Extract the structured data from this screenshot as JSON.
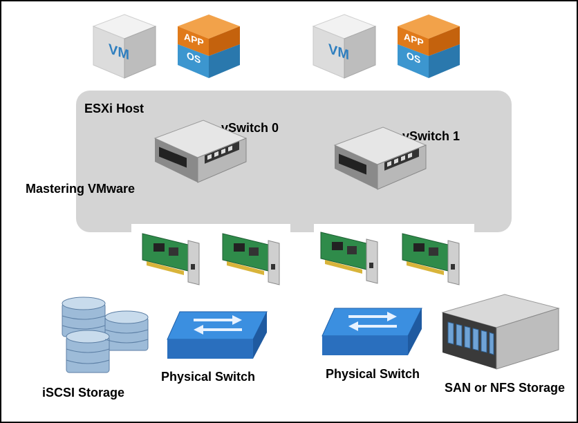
{
  "labels": {
    "esxi_host": "ESXi Host",
    "vswitch0": "vSwitch 0",
    "vswitch1": "vSwitch 1",
    "watermark": "Mastering VMware",
    "iscsi_storage": "iSCSI Storage",
    "physical_switch_1": "Physical Switch",
    "physical_switch_2": "Physical Switch",
    "san_nfs_storage": "SAN or NFS Storage"
  },
  "vm_cubes": [
    {
      "text": "VM"
    },
    {
      "top": "APP",
      "bottom": "OS"
    },
    {
      "text": "VM"
    },
    {
      "top": "APP",
      "bottom": "OS"
    }
  ],
  "colors": {
    "panel": "#d4d4d4",
    "vm_blue": "#2f7fbf",
    "app_orange": "#e07a1a",
    "os_blue": "#3c96cf",
    "switch_blue": "#2a7fd0",
    "nic_green": "#2f8b4a",
    "storage_blue": "#8fb4d8"
  }
}
